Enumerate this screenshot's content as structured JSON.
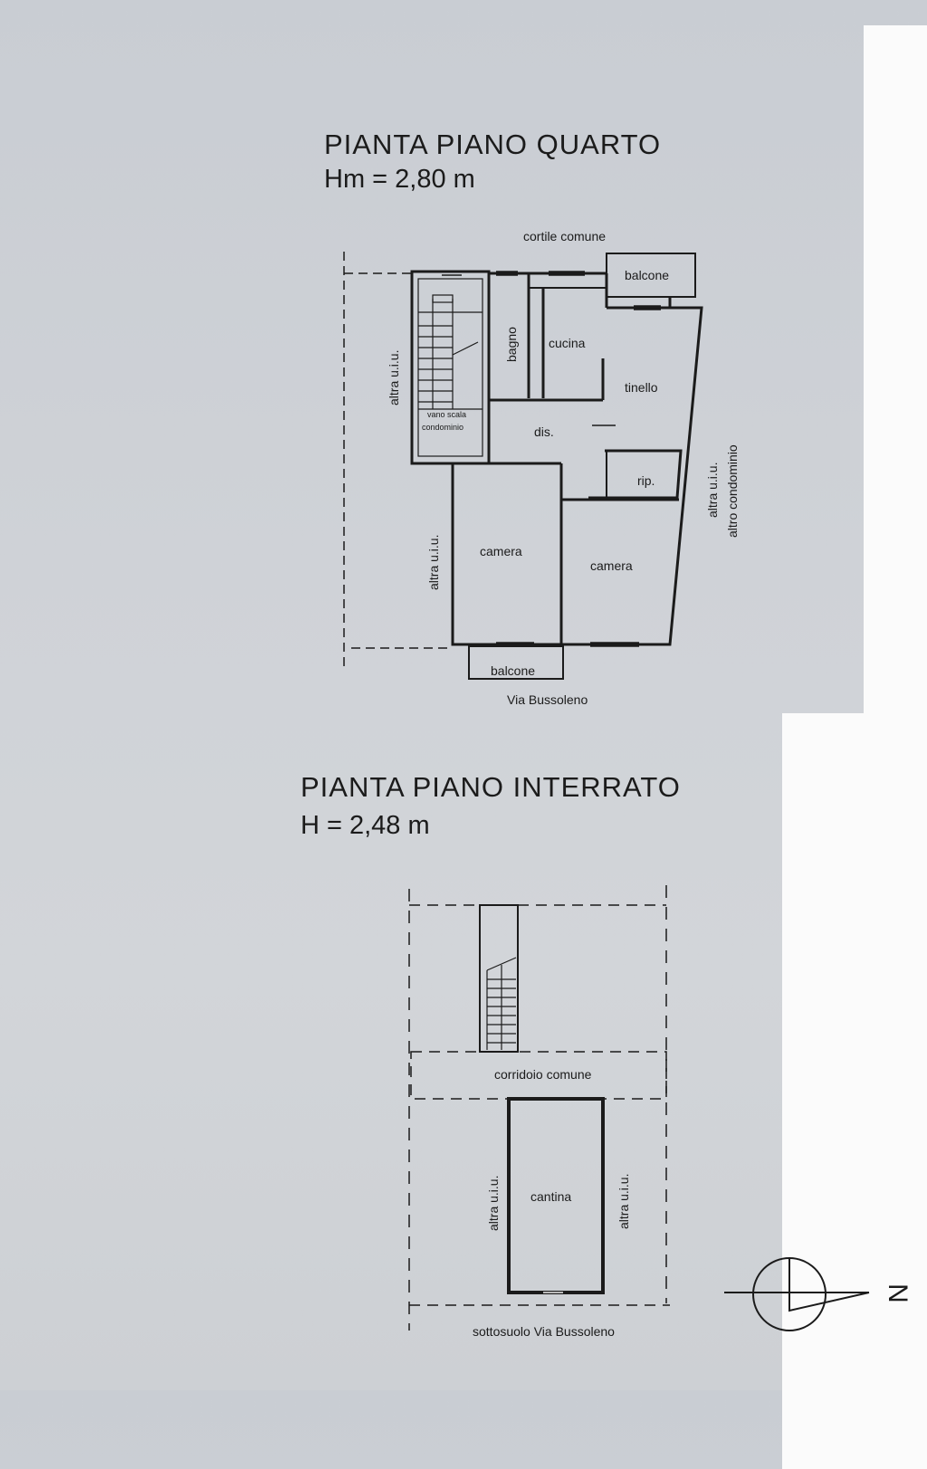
{
  "fourth_floor": {
    "title": "PIANTA PIANO QUARTO",
    "height": "Hm = 2,80 m",
    "labels": {
      "courtyard": "cortile comune",
      "balcony_top": "balcone",
      "bathroom": "bagno",
      "kitchen": "cucina",
      "dining": "tinello",
      "stair_line1": "vano scala",
      "stair_line2": "condominio",
      "hall": "dis.",
      "storage": "rip.",
      "bedroom_left": "camera",
      "bedroom_right": "camera",
      "balcony_bottom": "balcone",
      "street": "Via Bussoleno",
      "other_unit_left_top": "altra u.i.u.",
      "other_unit_left_mid": "altra u.i.u.",
      "other_unit_right": "altra u.i.u.",
      "other_condo": "altro condominio"
    }
  },
  "basement": {
    "title": "PIANTA PIANO INTERRATO",
    "height": "H = 2,48 m",
    "labels": {
      "corridor": "corridoio comune",
      "cellar": "cantina",
      "other_unit_left": "altra u.i.u.",
      "other_unit_right": "altra u.i.u.",
      "street": "sottosuolo Via Bussoleno"
    }
  },
  "north_arrow": {
    "label": "N"
  }
}
